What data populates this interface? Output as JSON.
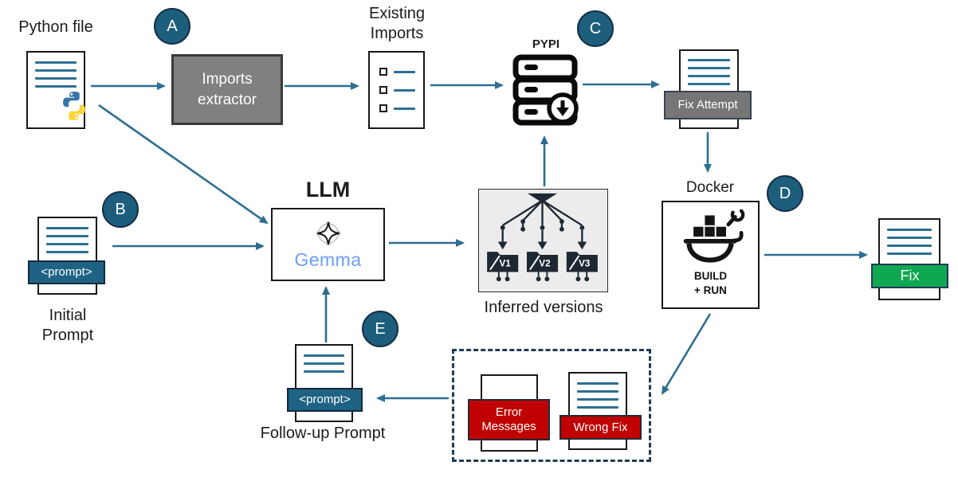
{
  "diagram": {
    "badges": {
      "a": "A",
      "b": "B",
      "c": "C",
      "d": "D",
      "e": "E"
    },
    "nodes": {
      "python_file": {
        "caption": "Python file"
      },
      "imports_extractor": {
        "label": "Imports\nextractor"
      },
      "existing_imports": {
        "caption": "Existing\nImports"
      },
      "pypi": {
        "caption": "PYPI"
      },
      "fix_attempt": {
        "banner": "Fix Attempt"
      },
      "docker": {
        "caption": "Docker",
        "icon_text": "BUILD\n+ RUN"
      },
      "fix": {
        "banner": "Fix"
      },
      "llm": {
        "caption": "LLM",
        "model_name": "Gemma"
      },
      "inferred_versions": {
        "caption": "Inferred versions",
        "folders": [
          "V1",
          "V2",
          "V3"
        ]
      },
      "initial_prompt": {
        "banner": "<prompt>",
        "caption": "Initial\nPrompt"
      },
      "followup_prompt": {
        "banner": "<prompt>",
        "caption": "Follow-up Prompt"
      },
      "error_messages": {
        "banner": "Error\nMessages"
      },
      "wrong_fix": {
        "banner": "Wrong Fix"
      }
    },
    "colors": {
      "arrow": "#2E6E91",
      "badge_fill": "#1D5E7D",
      "badge_border": "#142E45",
      "teal_banner": "#1F6384",
      "gray_box": "#808080",
      "gray_banner": "#767676",
      "red_banner": "#C00000",
      "green_banner": "#0FA751",
      "doc_line": "#2E6E91",
      "gemma_blue": "#6C9EF6",
      "python_blue": "#3776AB",
      "python_yellow": "#FFD43B"
    }
  }
}
